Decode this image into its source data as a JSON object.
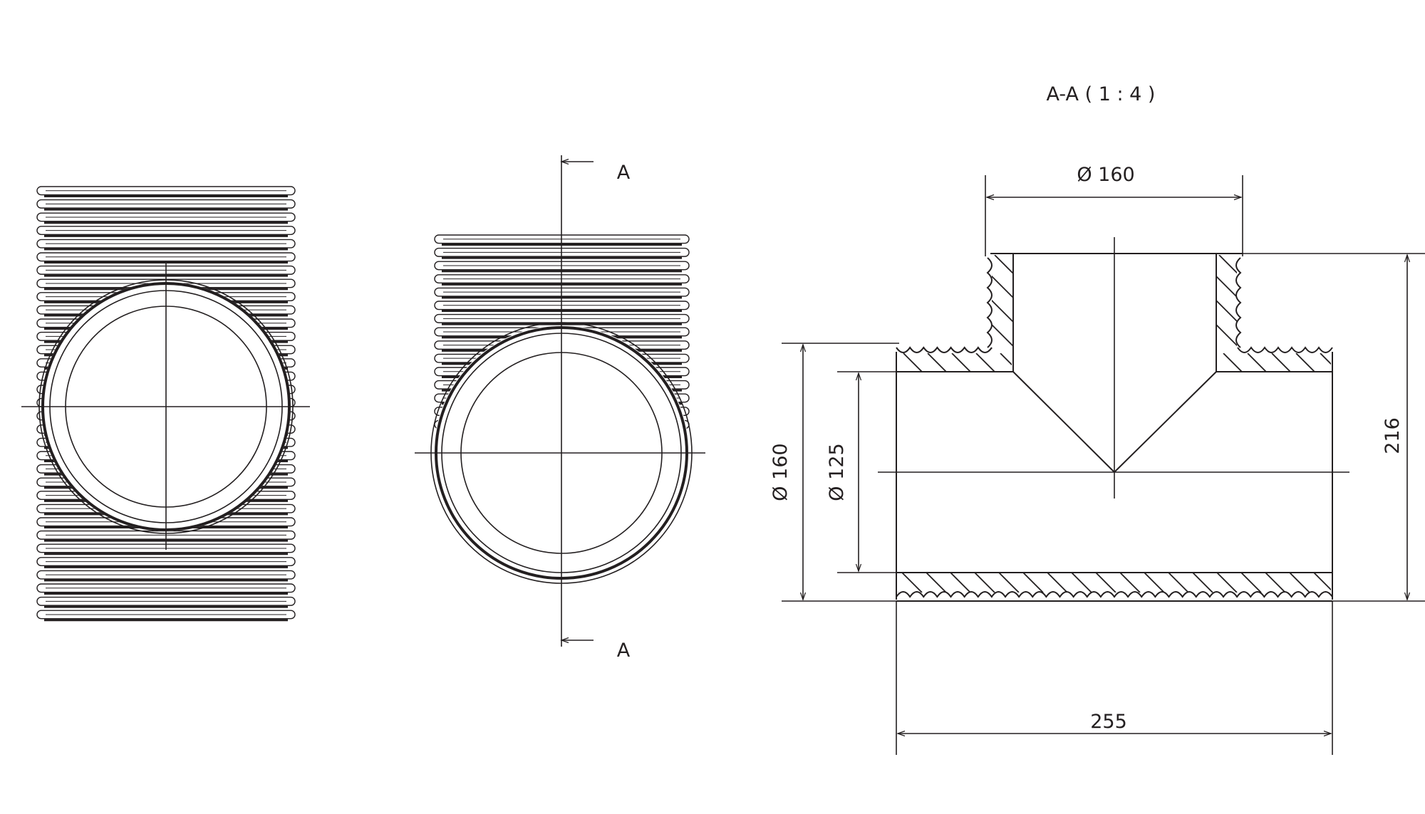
{
  "section_title": "A-A ( 1 : 4 )",
  "section_marker_top": "A",
  "section_marker_bottom": "A",
  "dimensions": {
    "branch_diameter": "Ø 160",
    "outer_diameter": "Ø 160",
    "inner_diameter": "Ø 125",
    "total_height": "216",
    "total_length": "255"
  }
}
